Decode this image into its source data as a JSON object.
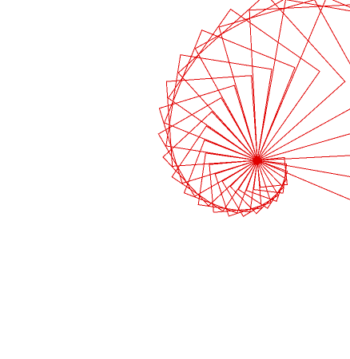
{
  "drawing": {
    "description_shape": "rotated-squares-spiral",
    "square_count": 24,
    "rotation_step_degrees": 13,
    "size_growth_ratio": 1.085,
    "stroke_color": "#e00000",
    "background_color": "#ffffff"
  }
}
